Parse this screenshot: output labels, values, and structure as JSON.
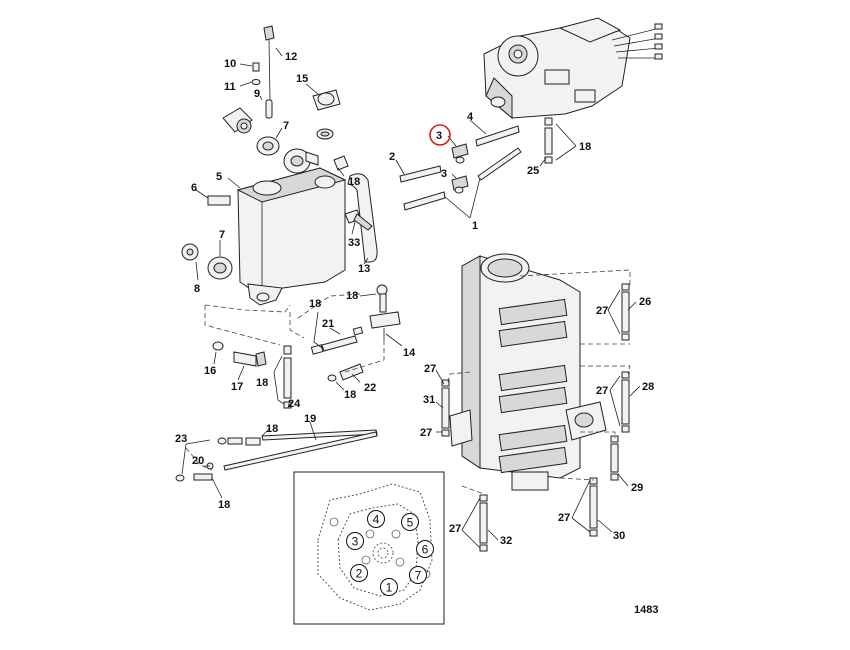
{
  "callouts": [
    {
      "id": "c12",
      "text": "12"
    },
    {
      "id": "c10",
      "text": "10"
    },
    {
      "id": "c11",
      "text": "11"
    },
    {
      "id": "c9",
      "text": "9"
    },
    {
      "id": "c15",
      "text": "15"
    },
    {
      "id": "c7a",
      "text": "7"
    },
    {
      "id": "c5",
      "text": "5"
    },
    {
      "id": "c6",
      "text": "6"
    },
    {
      "id": "c18a",
      "text": "18"
    },
    {
      "id": "c33",
      "text": "33"
    },
    {
      "id": "c13",
      "text": "13"
    },
    {
      "id": "c7b",
      "text": "7"
    },
    {
      "id": "c8",
      "text": "8"
    },
    {
      "id": "c18b",
      "text": "18"
    },
    {
      "id": "c18c",
      "text": "18"
    },
    {
      "id": "c21",
      "text": "21"
    },
    {
      "id": "c14",
      "text": "14"
    },
    {
      "id": "c16",
      "text": "16"
    },
    {
      "id": "c17",
      "text": "17"
    },
    {
      "id": "c18d",
      "text": "18"
    },
    {
      "id": "c22",
      "text": "22"
    },
    {
      "id": "c18e",
      "text": "18"
    },
    {
      "id": "c24",
      "text": "24"
    },
    {
      "id": "c19",
      "text": "19"
    },
    {
      "id": "c18f",
      "text": "18"
    },
    {
      "id": "c23",
      "text": "23"
    },
    {
      "id": "c20",
      "text": "20"
    },
    {
      "id": "c18g",
      "text": "18"
    },
    {
      "id": "c3a",
      "text": "3"
    },
    {
      "id": "c4",
      "text": "4"
    },
    {
      "id": "c2",
      "text": "2"
    },
    {
      "id": "c3b",
      "text": "3"
    },
    {
      "id": "c1",
      "text": "1"
    },
    {
      "id": "c25",
      "text": "25"
    },
    {
      "id": "c18h",
      "text": "18"
    },
    {
      "id": "c27a",
      "text": "27"
    },
    {
      "id": "c26",
      "text": "26"
    },
    {
      "id": "c27b",
      "text": "27"
    },
    {
      "id": "c31",
      "text": "31"
    },
    {
      "id": "c27c",
      "text": "27"
    },
    {
      "id": "c27d",
      "text": "27"
    },
    {
      "id": "c28",
      "text": "28"
    },
    {
      "id": "c29",
      "text": "29"
    },
    {
      "id": "c27e",
      "text": "27"
    },
    {
      "id": "c32",
      "text": "32"
    },
    {
      "id": "c27f",
      "text": "27"
    },
    {
      "id": "c30",
      "text": "30"
    }
  ],
  "torque_sequence": [
    "1",
    "2",
    "3",
    "4",
    "5",
    "6",
    "7"
  ],
  "highlighted_callout": "3",
  "figure_number": "1483",
  "colors": {
    "ink": "#222222",
    "highlight": "#d42020",
    "paper": "#ffffff"
  }
}
